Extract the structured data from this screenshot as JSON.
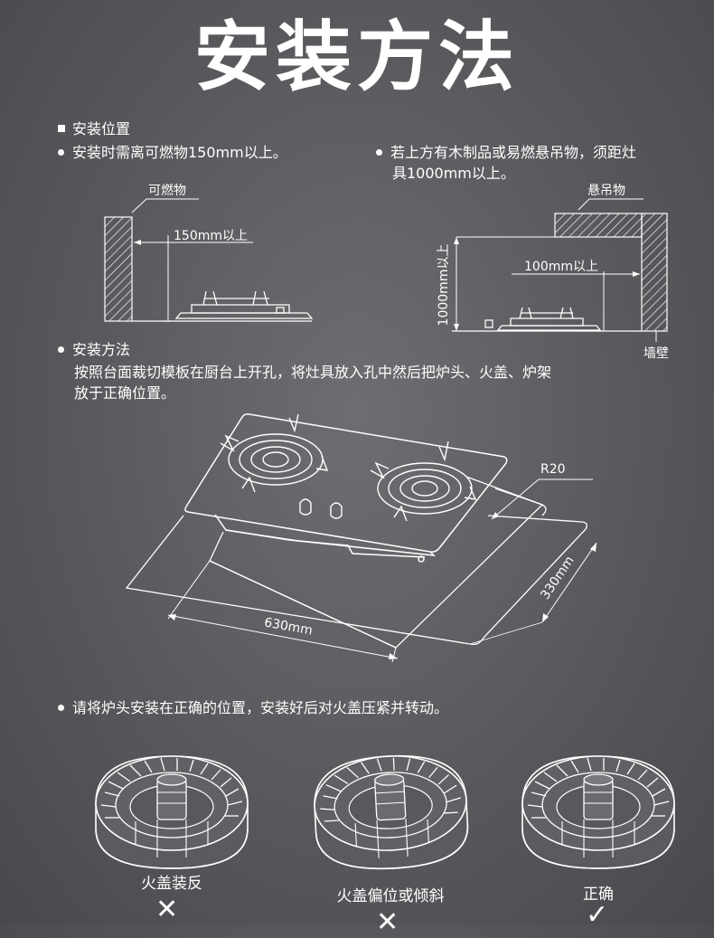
{
  "title": "安装方法",
  "section_position": {
    "heading": "安装位置",
    "note_left": "安装时需离可燃物150mm以上。",
    "note_right_line1": "若上方有木制品或易燃悬吊物，须距灶",
    "note_right_line2": "具1000mm以上。",
    "diagram_left": {
      "label_combustible": "可燃物",
      "label_distance": "150mm以上"
    },
    "diagram_right": {
      "label_hanging": "悬吊物",
      "label_vertical": "1000mm以上",
      "label_distance": "100mm以上",
      "label_wall": "墙壁"
    }
  },
  "section_method": {
    "heading": "安装方法",
    "desc_line1": "按照台面裁切模板在厨台上开孔，将灶具放入孔中然后把炉头、火盖、炉架",
    "desc_line2": "放于正确位置。",
    "dim_radius": "R20",
    "dim_width": "630mm",
    "dim_depth": "330mm"
  },
  "section_burner": {
    "note": "请将炉头安装在正确的位置，安装好后对火盖压紧并转动。",
    "items": [
      {
        "caption": "火盖装反",
        "mark": "✕"
      },
      {
        "caption": "火盖偏位或倾斜",
        "mark": "✕"
      },
      {
        "caption": "正确",
        "mark": "✓"
      }
    ]
  }
}
